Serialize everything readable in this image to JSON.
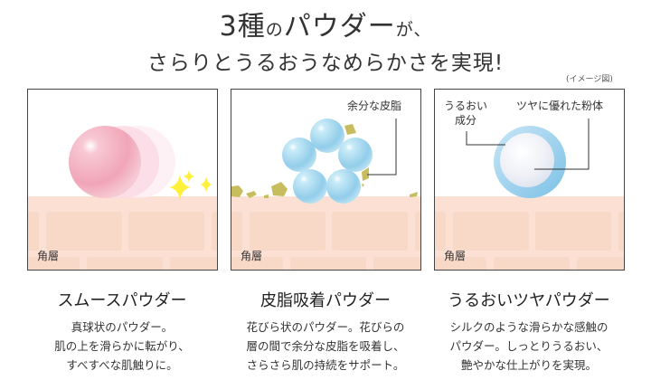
{
  "headline": {
    "line1_a": "3種",
    "line1_b": "の",
    "line1_c": "パウダー",
    "line1_d": "が、",
    "line2": "さらりとうるおうなめらかさを実現!",
    "note": "(イメージ図)"
  },
  "panels": [
    {
      "layer_label": "角層"
    },
    {
      "layer_label": "角層",
      "callout": "余分な皮脂"
    },
    {
      "layer_label": "角層",
      "callout_left_1": "うるおい",
      "callout_left_2": "成分",
      "callout_right": "ツヤに優れた粉体"
    }
  ],
  "powders": [
    {
      "title": "スムースパウダー",
      "lines": [
        "真球状のパウダー。",
        "肌の上を滑らかに転がり、",
        "すべすべな肌触りに。"
      ]
    },
    {
      "title": "皮脂吸着パウダー",
      "lines": [
        "花びら状のパウダー。花びらの",
        "層の間で余分な皮脂を吸着し、",
        "さらさら肌の持続をサポート。"
      ]
    },
    {
      "title": "うるおいツヤパウダー",
      "lines": [
        "シルクのような滑らかな感触の",
        "パウダー。しっとりうるおい、",
        "艶やかな仕上がりを実現。"
      ]
    }
  ],
  "colors": {
    "skin": "#fbe0d3",
    "brick": "#f8d9c8",
    "sebum": "#c8bd5e",
    "pink": "#f0a8bb",
    "blue": "#9dd4ee",
    "sparkle": "#fff03a"
  }
}
